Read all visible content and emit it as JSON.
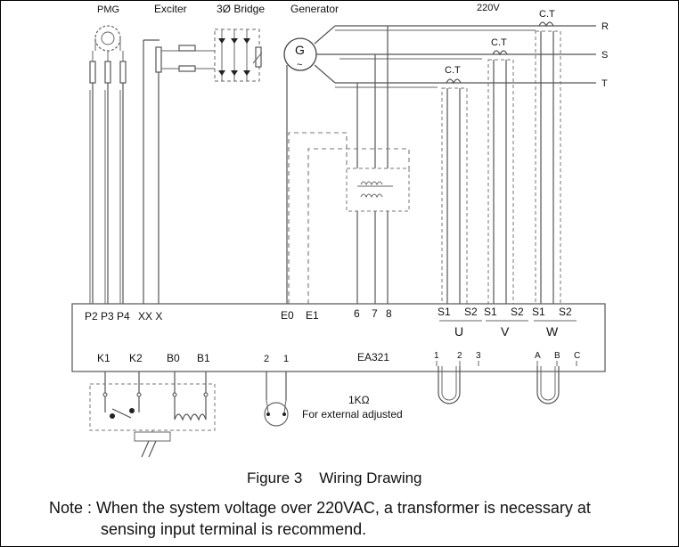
{
  "figure": {
    "top_labels": {
      "pmg": "PMG",
      "exciter": "Exciter",
      "bridge": "3Ø Bridge",
      "generator": "Generator",
      "voltage": "220V"
    },
    "generator_symbol": "G",
    "generator_tilde": "~",
    "phases": [
      "R",
      "S",
      "T"
    ],
    "ct_labels": [
      "C.T",
      "C.T",
      "C.T"
    ],
    "terminal_row_1": {
      "pmg": "P2 P3 P4",
      "xx": "XX X",
      "e": [
        "E0",
        "E1"
      ],
      "sense": [
        "6",
        "7",
        "8"
      ],
      "ct_u": [
        "S1",
        "S2"
      ],
      "ct_v": [
        "S1",
        "S2"
      ],
      "ct_w": [
        "S1",
        "S2"
      ],
      "group_names": [
        "U",
        "V",
        "W"
      ]
    },
    "terminal_row_2": {
      "k": [
        "K1",
        "K2"
      ],
      "b": [
        "B0",
        "B1"
      ],
      "pot": [
        "2",
        "1"
      ],
      "model": "EA321",
      "abc_left": [
        "1",
        "2",
        "3"
      ],
      "abc_right": [
        "A",
        "B",
        "C"
      ]
    },
    "pot_value": "1KΩ",
    "pot_note": "For external adjusted",
    "caption": "Figure 3    Wiring Drawing",
    "note_line_1": "Note : When the system voltage over 220VAC, a transformer is necessary at",
    "note_line_2": "sensing input terminal is recommend."
  }
}
